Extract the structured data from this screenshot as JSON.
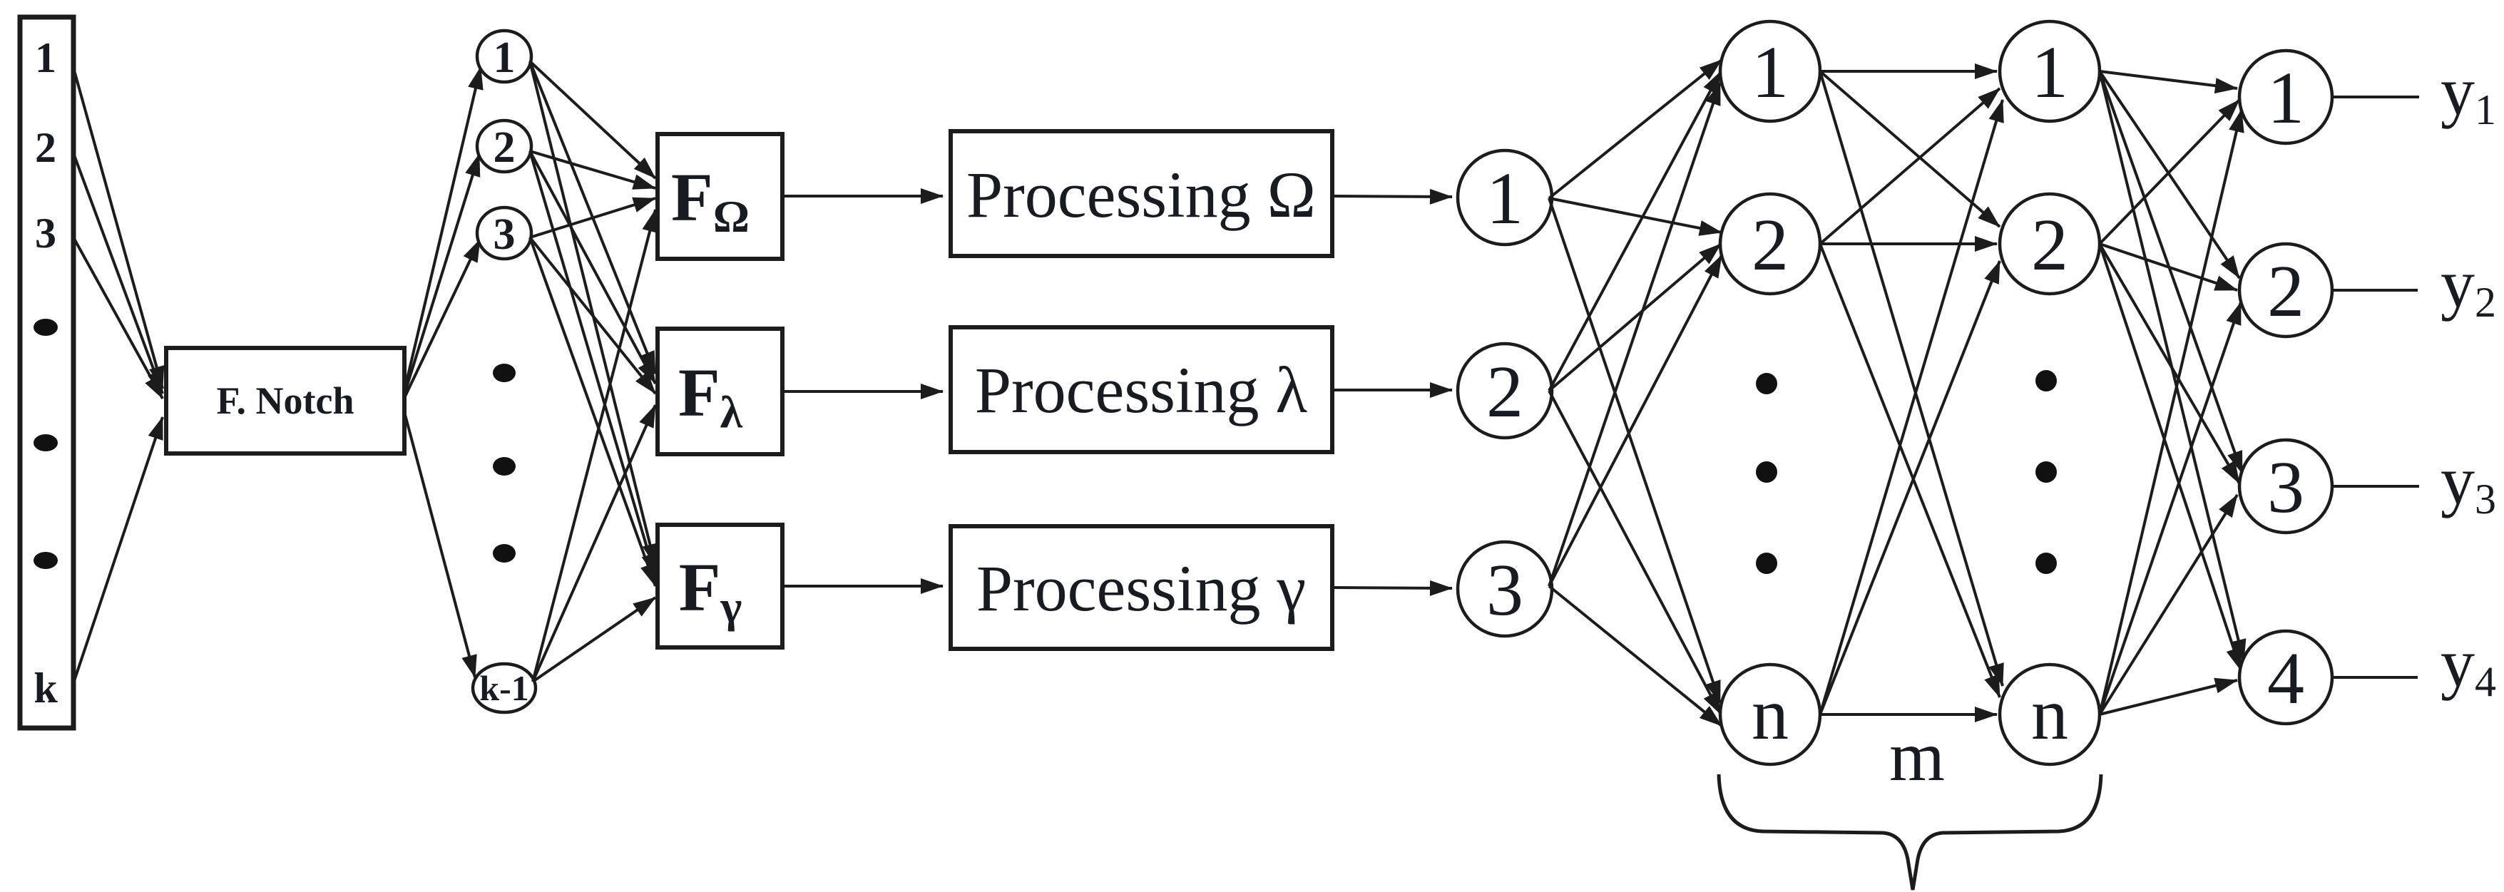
{
  "figure": {
    "background": "#ffffff",
    "stroke_color": "#1c1c1c",
    "text_color": "#181b22",
    "input_vector": {
      "labels": [
        "1",
        "2",
        "3"
      ],
      "bottom_label": "k"
    },
    "notch_filter": {
      "label": "F. Notch"
    },
    "fanout_nodes": {
      "labels": [
        "1",
        "2",
        "3"
      ],
      "bottom_label": "k-1"
    },
    "filter_banks": [
      {
        "base": "F",
        "sub": "Ω"
      },
      {
        "base": "F",
        "sub": "λ"
      },
      {
        "base": "F",
        "sub": "γ"
      }
    ],
    "processing_blocks": [
      {
        "label": "Processing Ω"
      },
      {
        "label": "Processing λ"
      },
      {
        "label": "Processing γ"
      }
    ],
    "feature_nodes": [
      "1",
      "2",
      "3"
    ],
    "hidden_layer_1": {
      "labels": [
        "1",
        "2"
      ],
      "bottom_label": "n"
    },
    "hidden_layer_2": {
      "labels": [
        "1",
        "2"
      ],
      "bottom_label": "n"
    },
    "hidden_width_label": "m",
    "output_nodes": [
      "1",
      "2",
      "3",
      "4"
    ],
    "output_signals": [
      {
        "base": "y",
        "sub": "1"
      },
      {
        "base": "y",
        "sub": "2"
      },
      {
        "base": "y",
        "sub": "3"
      },
      {
        "base": "y",
        "sub": "4"
      }
    ]
  }
}
